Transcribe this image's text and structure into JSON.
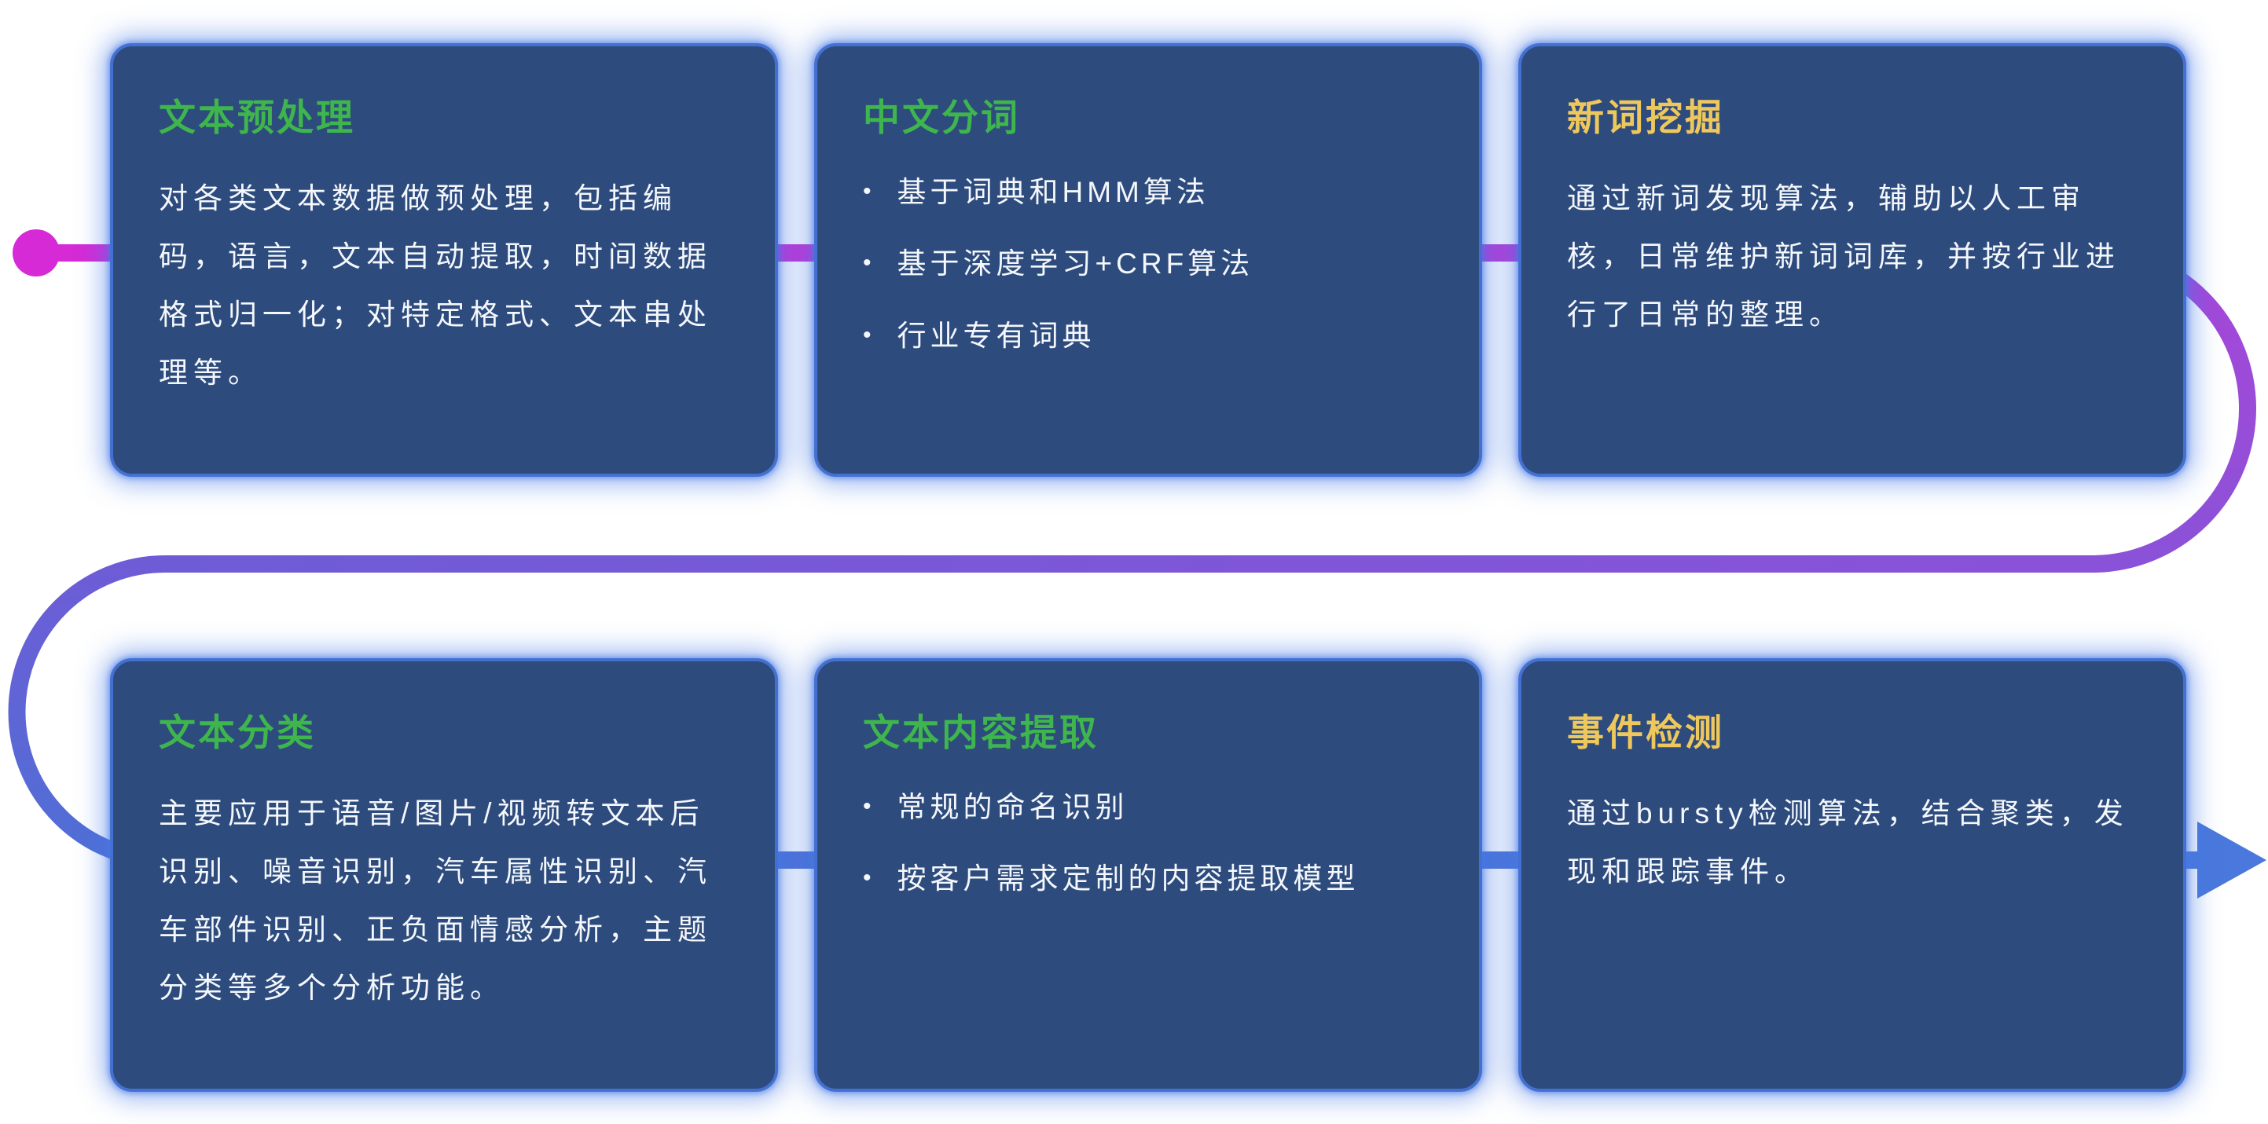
{
  "page": {
    "background_color": "#ffffff"
  },
  "flow_line": {
    "start_dot_color": "#d62ad6",
    "gradient_colors": [
      "#d62ad6",
      "#a846d8",
      "#8a52d8",
      "#6e5cd6",
      "#4f6fd6",
      "#4a78dc"
    ],
    "arrow_color": "#4a78dc"
  },
  "cards": [
    {
      "title": "文本预处理",
      "title_color": "#3eb54d",
      "body": "对各类文本数据做预处理，包括编码，语言，文本自动提取，时间数据格式归一化；对特定格式、文本串处理等。",
      "bullets": []
    },
    {
      "title": "中文分词",
      "title_color": "#3eb54d",
      "body": "",
      "bullets": [
        "基于词典和HMM算法",
        "基于深度学习+CRF算法",
        "行业专有词典"
      ]
    },
    {
      "title": "新词挖掘",
      "title_color": "#eec85c",
      "body": "通过新词发现算法，辅助以人工审核，日常维护新词词库，并按行业进行了日常的整理。",
      "bullets": []
    },
    {
      "title": "文本分类",
      "title_color": "#3eb54d",
      "body": "主要应用于语音/图片/视频转文本后识别、噪音识别，汽车属性识别、汽车部件识别、正负面情感分析，主题分类等多个分析功能。",
      "bullets": []
    },
    {
      "title": "文本内容提取",
      "title_color": "#3eb54d",
      "body": "",
      "bullets": [
        "常规的命名识别",
        "按客户需求定制的内容提取模型"
      ]
    },
    {
      "title": "事件检测",
      "title_color": "#eec85c",
      "body": "通过bursty检测算法，结合聚类，发现和跟踪事件。",
      "bullets": []
    }
  ]
}
